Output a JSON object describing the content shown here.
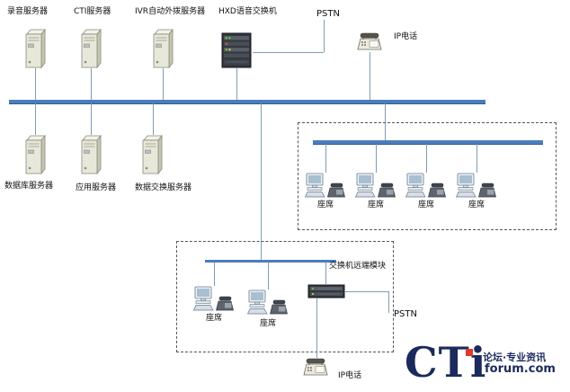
{
  "colors": {
    "bus": "#4a7ebb",
    "connector": "#7f9db5",
    "brand_navy": "#1b2a5c",
    "brand_red": "#e03a2f"
  },
  "top": {
    "recording_server": "录音服务器",
    "cti_server": "CTI服务器",
    "ivr_server": "IVR自动外拨服务器",
    "voice_switch": "HXD语音交换机",
    "pstn": "PSTN",
    "ip_phone": "IP电话"
  },
  "middle": {
    "database_server": "数据库服务器",
    "app_server": "应用服务器",
    "data_exchange_server": "数据交换服务器"
  },
  "right_box": {
    "seats": [
      "座席",
      "座席",
      "座席",
      "座席"
    ]
  },
  "bottom_box": {
    "seats": [
      "座席",
      "座席"
    ],
    "remote_module": "交换机远端模块",
    "pstn": "PSTN",
    "ip_phone": "IP电话"
  },
  "watermark": {
    "logo": "CTi",
    "tagline": "论坛·专业资讯",
    "site": "forum.com"
  }
}
